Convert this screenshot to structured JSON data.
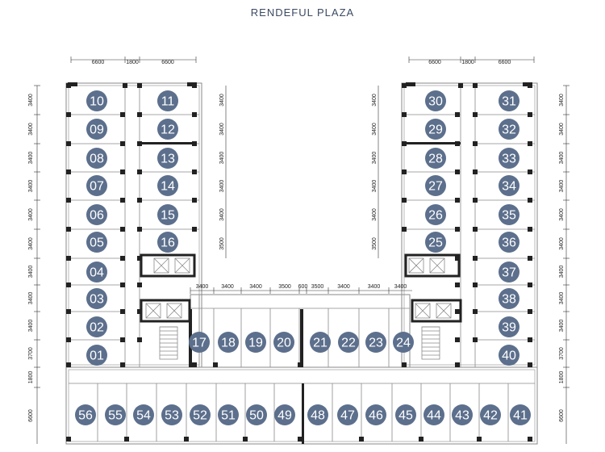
{
  "title": "RENDEFUL PLAZA",
  "colors": {
    "badge": "#5c6f8c",
    "wall": "#222222",
    "line": "#8a8a8a",
    "text": "#3b4a63"
  },
  "dimensions": {
    "top_left": [
      "6600",
      "1800",
      "6600"
    ],
    "top_right": [
      "6600",
      "1800",
      "6600"
    ],
    "side_far_left": [
      "3400",
      "3400",
      "3400",
      "3400",
      "3400",
      "3400",
      "3400",
      "3400",
      "3400",
      "3700",
      "1800",
      "6600"
    ],
    "side_inner_left": [
      "3400",
      "3400",
      "3400",
      "3400",
      "3400",
      "3500"
    ],
    "side_inner_right": [
      "3400",
      "3400",
      "3400",
      "3400",
      "3400",
      "3500"
    ],
    "side_far_right": [
      "3400",
      "3400",
      "3400",
      "3400",
      "3400",
      "3400",
      "3400",
      "3400",
      "3400",
      "3700",
      "1800",
      "6600"
    ],
    "middle": [
      "3400",
      "3400",
      "3400",
      "3500",
      "600",
      "3500",
      "3400",
      "3400",
      "3400"
    ]
  },
  "units": {
    "left_outer": [
      "10",
      "09",
      "08",
      "07",
      "06",
      "05",
      "04",
      "03",
      "02",
      "01"
    ],
    "left_inner": [
      "11",
      "12",
      "13",
      "14",
      "15",
      "16"
    ],
    "right_inner": [
      "30",
      "29",
      "28",
      "27",
      "26",
      "25"
    ],
    "right_outer": [
      "31",
      "32",
      "33",
      "34",
      "35",
      "36",
      "37",
      "38",
      "39",
      "40"
    ],
    "center": [
      "17",
      "18",
      "19",
      "20",
      "21",
      "22",
      "23",
      "24"
    ],
    "bottom": [
      "56",
      "55",
      "54",
      "53",
      "52",
      "51",
      "50",
      "49",
      "48",
      "47",
      "46",
      "45",
      "44",
      "43",
      "42",
      "41"
    ]
  }
}
